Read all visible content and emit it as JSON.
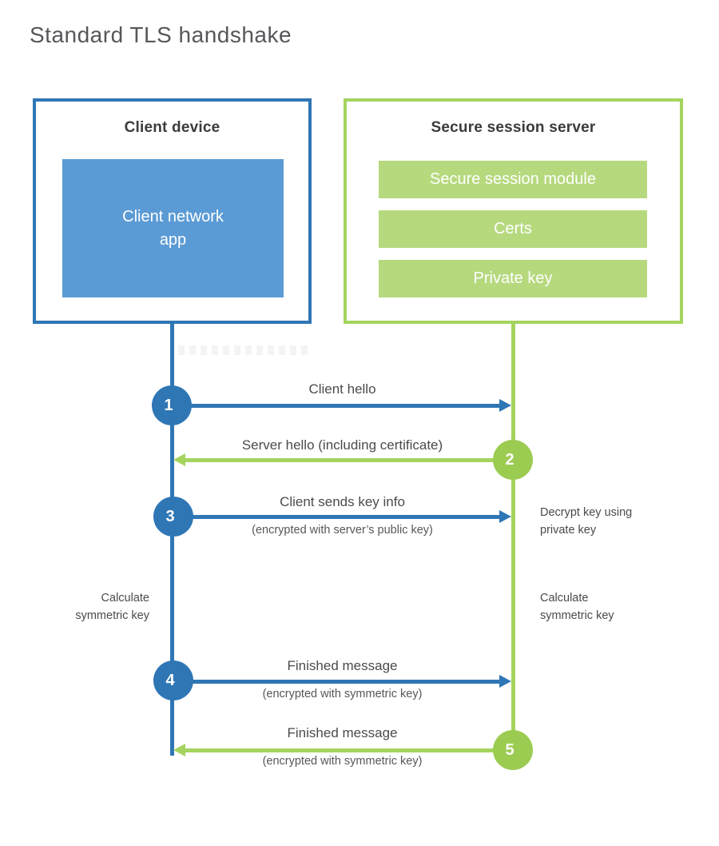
{
  "title": "Standard TLS handshake",
  "client": {
    "title": "Client device",
    "app_label": "Client network\napp"
  },
  "server": {
    "title": "Secure session server",
    "modules": [
      "Secure session module",
      "Certs",
      "Private key"
    ]
  },
  "steps": [
    {
      "number": "1",
      "label": "Client hello",
      "sublabel": "",
      "direction": "right",
      "actor": "client"
    },
    {
      "number": "2",
      "label": "Server hello (including certificate)",
      "sublabel": "",
      "direction": "left",
      "actor": "server"
    },
    {
      "number": "3",
      "label": "Client sends key info",
      "sublabel": "(encrypted with server’s public key)",
      "direction": "right",
      "actor": "client"
    },
    {
      "number": "4",
      "label": "Finished message",
      "sublabel": "(encrypted with symmetric key)",
      "direction": "right",
      "actor": "client"
    },
    {
      "number": "5",
      "label": "Finished message",
      "sublabel": "(encrypted with symmetric key)",
      "direction": "left",
      "actor": "server"
    }
  ],
  "annotations": {
    "decrypt": "Decrypt key using\nprivate key",
    "calculate_left": "Calculate\nsymmetric key",
    "calculate_right": "Calculate\nsymmetric key"
  },
  "colors": {
    "blue": "#2f76b5",
    "blue_fill": "#5b9bd5",
    "green": "#a4d45e",
    "green_circle": "#9ccb51",
    "green_fill": "#b6d97e",
    "title_text": "#56575a",
    "heading_text": "#3b3b3b",
    "label_text": "#4b4b4b"
  }
}
